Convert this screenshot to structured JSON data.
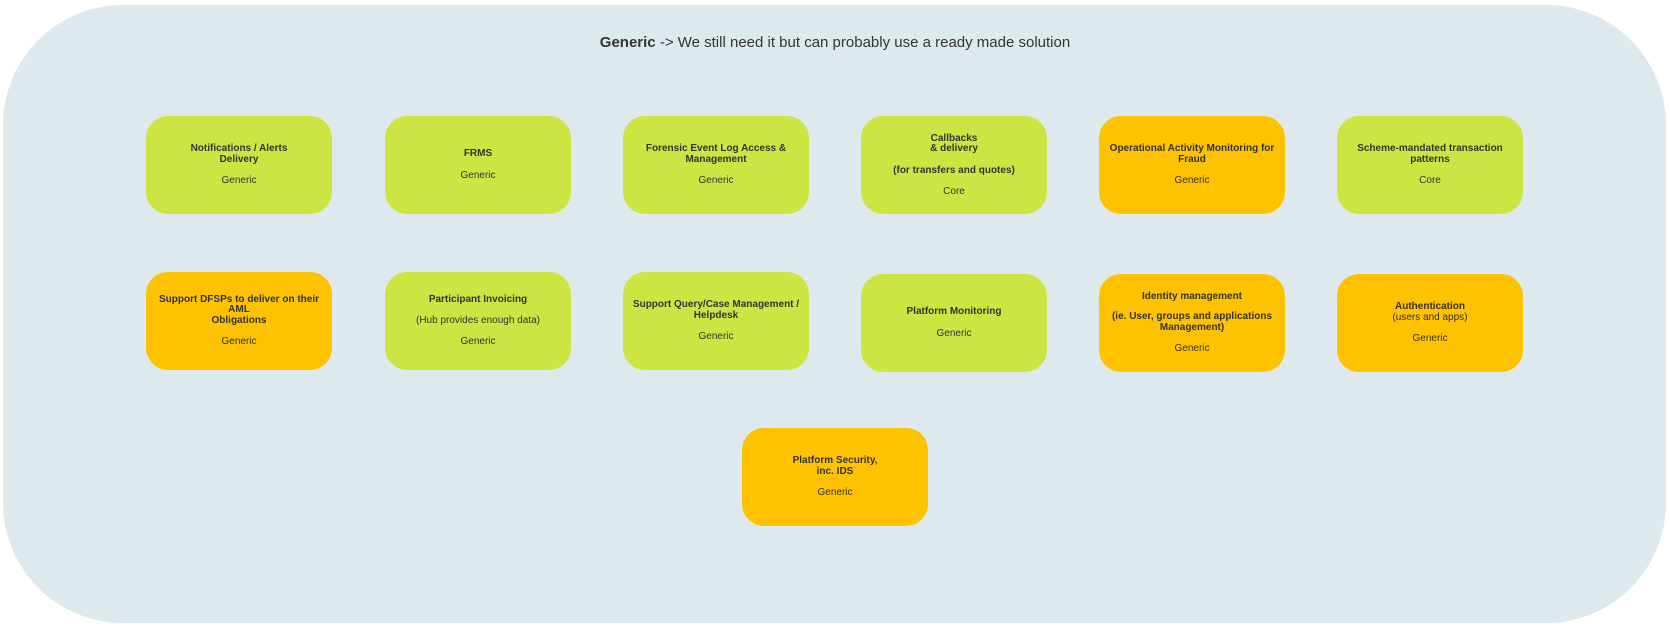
{
  "header": {
    "bold": "Generic",
    "rest": " -> We still need it but can probably use a ready made solution"
  },
  "colors": {
    "background_panel": "#dee9ee",
    "generic_green": "#cde543",
    "highlight_orange": "#fec200",
    "text": "#333333"
  },
  "nodes": [
    {
      "id": "notifications",
      "color": "green",
      "title_lines": [
        "Notifications / Alerts",
        "Delivery"
      ],
      "tag": "Generic"
    },
    {
      "id": "frms",
      "color": "green",
      "title_lines": [
        "FRMS"
      ],
      "tag": "Generic"
    },
    {
      "id": "forensic",
      "color": "green",
      "title_lines": [
        "Forensic Event Log Access &",
        "Management"
      ],
      "tag": "Generic"
    },
    {
      "id": "callbacks",
      "color": "green",
      "title_lines": [
        "Callbacks",
        "& delivery"
      ],
      "detail": "(for transfers and quotes)",
      "detail_bold": true,
      "tag": "Core"
    },
    {
      "id": "operational",
      "color": "orange",
      "title_lines": [
        "Operational Activity Monitoring for",
        "Fraud"
      ],
      "tag": "Generic"
    },
    {
      "id": "scheme",
      "color": "green",
      "title_lines": [
        "Scheme-mandated transaction patterns"
      ],
      "tag": "Core"
    },
    {
      "id": "aml",
      "color": "orange",
      "title_lines": [
        "Support DFSPs to deliver on their AML",
        "Obligations"
      ],
      "tag": "Generic"
    },
    {
      "id": "invoicing",
      "color": "green",
      "title_lines": [
        "Participant Invoicing"
      ],
      "detail": "(Hub provides enough data)",
      "detail_bold": false,
      "tag": "Generic"
    },
    {
      "id": "helpdesk",
      "color": "green",
      "title_lines": [
        "Support Query/Case Management /",
        "Helpdesk"
      ],
      "tag": "Generic"
    },
    {
      "id": "monitoring",
      "color": "green",
      "title_lines": [
        "Platform Monitoring"
      ],
      "tag": "Generic"
    },
    {
      "id": "identity",
      "color": "orange",
      "title_lines": [
        "Identity management"
      ],
      "detail_lines": [
        "(ie. User, groups and applications",
        "Management)"
      ],
      "detail_bold": true,
      "tag": "Generic"
    },
    {
      "id": "authentication",
      "color": "orange",
      "title_lines": [
        "Authentication"
      ],
      "sub": "(users and apps)",
      "tag": "Generic"
    },
    {
      "id": "security",
      "color": "orange",
      "title_lines": [
        "Platform Security,",
        "inc. IDS"
      ],
      "tag": "Generic"
    }
  ]
}
